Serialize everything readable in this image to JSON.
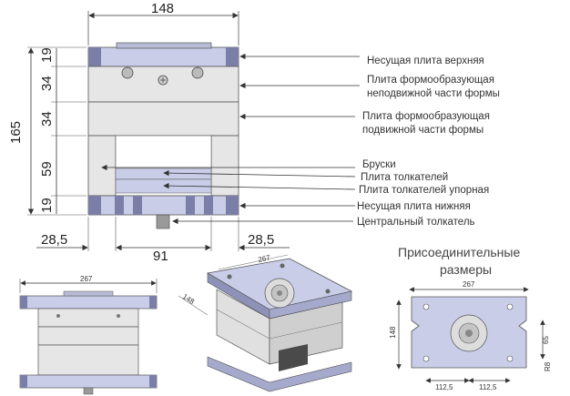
{
  "front_view": {
    "width_dim": "148",
    "height_dim": "165",
    "dim_19_top": "19",
    "dim_34_a": "34",
    "dim_34_b": "34",
    "dim_59": "59",
    "dim_19_bottom": "19",
    "dim_left": "28,5",
    "dim_center": "91",
    "dim_right": "28,5"
  },
  "labels": {
    "upper_plate": "Несущая плита верхняя",
    "fixed_plate_line1": "Плита формообразующая",
    "fixed_plate_line2": "неподвижной части формы",
    "moving_plate_line1": "Плита формообразующая",
    "moving_plate_line2": "подвижной части формы",
    "bars": "Бруски",
    "ejector_plate": "Плита толкателей",
    "ejector_stop_plate": "Плита толкателей упорная",
    "lower_plate": "Несущая плита нижняя",
    "central_ejector": "Центральный толкатель"
  },
  "side_view": {
    "width_dim": "267"
  },
  "iso_view": {
    "length_dim": "267",
    "width_dim": "148"
  },
  "mounting": {
    "title_line1": "Присоединительные",
    "title_line2": "размеры",
    "width_dim": "267",
    "height_dim": "148",
    "right_dim": "65",
    "radius": "R8",
    "bottom_left": "112,5",
    "bottom_right": "112,5"
  },
  "colors": {
    "plate": "#c9cde8",
    "plate_dark": "#7b7fa8",
    "body": "#e6e6e6",
    "line": "#444444"
  }
}
